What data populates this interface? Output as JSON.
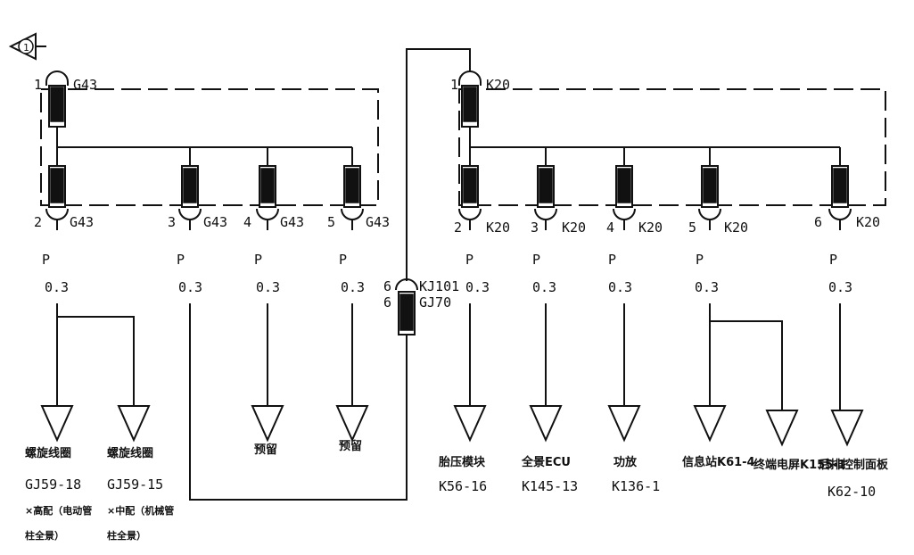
{
  "marker": {
    "label": "1"
  },
  "left_splice": {
    "top": {
      "pin": "1",
      "name": "G43"
    },
    "outs": [
      {
        "pin": "2",
        "name": "G43",
        "color": "P",
        "gauge": "0.3"
      },
      {
        "pin": "3",
        "name": "G43",
        "color": "P",
        "gauge": "0.3"
      },
      {
        "pin": "4",
        "name": "G43",
        "color": "P",
        "gauge": "0.3"
      },
      {
        "pin": "5",
        "name": "G43",
        "color": "P",
        "gauge": "0.3"
      }
    ]
  },
  "right_splice": {
    "top": {
      "pin": "1",
      "name": "K20"
    },
    "outs": [
      {
        "pin": "2",
        "name": "K20",
        "color": "P",
        "gauge": "0.3"
      },
      {
        "pin": "3",
        "name": "K20",
        "color": "P",
        "gauge": "0.3"
      },
      {
        "pin": "4",
        "name": "K20",
        "color": "P",
        "gauge": "0.3"
      },
      {
        "pin": "5",
        "name": "K20",
        "color": "P",
        "gauge": "0.3"
      },
      {
        "pin": "6",
        "name": "K20",
        "color": "P",
        "gauge": "0.3"
      }
    ]
  },
  "inline": {
    "pin_a": "6",
    "name_a": "KJ101",
    "pin_b": "6",
    "name_b": "GJ70"
  },
  "grounds": [
    {
      "line1": "螺旋线圈",
      "line2": "GJ59-18",
      "line3": "×高配（电动管",
      "line4": "柱全景）"
    },
    {
      "line1": "螺旋线圈",
      "line2": "GJ59-15",
      "line3": "×中配（机械管",
      "line4": "柱全景）"
    },
    {
      "line1": "预留"
    },
    {
      "line1": "预留"
    },
    {
      "line1": "胎压模块",
      "line2": "K56-16"
    },
    {
      "line1": "全景ECU",
      "line2": "K145-13"
    },
    {
      "line1": "功放",
      "line2": "K136-1"
    },
    {
      "line1": "信息站K61-4"
    },
    {
      "line1": "终端电屏K155-1"
    },
    {
      "line1": "后排控制面板",
      "line2": "K62-10"
    }
  ]
}
